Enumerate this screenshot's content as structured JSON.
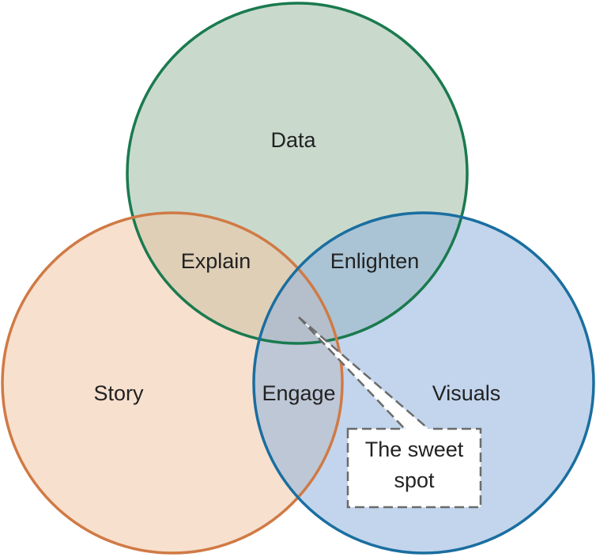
{
  "diagram": {
    "type": "venn",
    "sets": [
      {
        "id": "data",
        "label": "Data",
        "fill": "#c9dacd",
        "stroke": "#1a7a4e"
      },
      {
        "id": "story",
        "label": "Story",
        "fill": "#f2c8a8",
        "stroke": "#d07a45"
      },
      {
        "id": "visuals",
        "label": "Visuals",
        "fill": "#93b6de",
        "stroke": "#1a6ea0"
      }
    ],
    "intersections": [
      {
        "sets": [
          "data",
          "story"
        ],
        "label": "Explain"
      },
      {
        "sets": [
          "data",
          "visuals"
        ],
        "label": "Enlighten"
      },
      {
        "sets": [
          "story",
          "visuals"
        ],
        "label": "Engage"
      }
    ],
    "callout": {
      "line1": "The sweet",
      "line2": "spot",
      "points_to": [
        "data",
        "story",
        "visuals"
      ],
      "border_color": "#6b6b6b"
    }
  }
}
